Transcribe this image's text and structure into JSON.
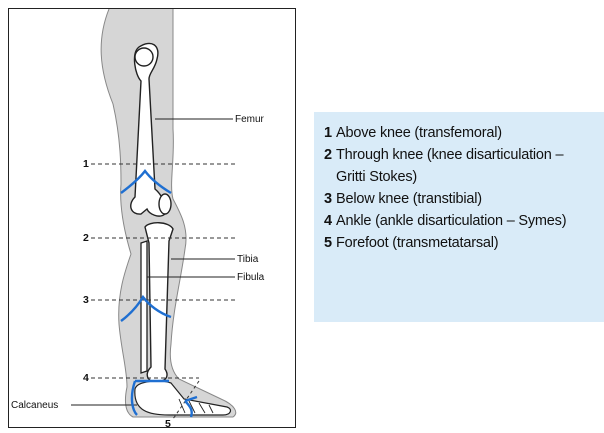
{
  "figure": {
    "labels": {
      "femur": "Femur",
      "tibia": "Tibia",
      "fibula": "Fibula",
      "calcaneus": "Calcaneus"
    },
    "levels": [
      "1",
      "2",
      "3",
      "4",
      "5"
    ],
    "colors": {
      "cut": "#1f6fd1",
      "skin": "#d6d6d6",
      "bone": "#ffffff",
      "outline": "#222222"
    }
  },
  "legend": {
    "items": [
      {
        "num": "1",
        "text": "Above knee (transfemoral)"
      },
      {
        "num": "2",
        "text": "Through knee (knee disarticulation – Gritti Stokes)"
      },
      {
        "num": "3",
        "text": "Below knee (transtibial)"
      },
      {
        "num": "4",
        "text": "Ankle (ankle disarticulation – Symes)"
      },
      {
        "num": "5",
        "text": "Forefoot (transmetatarsal)"
      }
    ],
    "background": "#d9ebf8"
  }
}
